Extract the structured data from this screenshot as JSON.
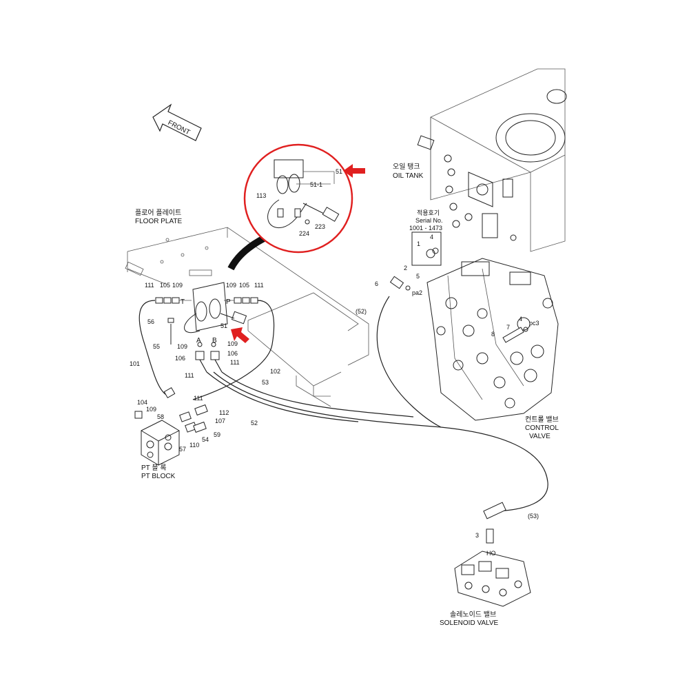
{
  "front_arrow": {
    "text": "FRONT"
  },
  "components": {
    "floor_plate": {
      "ko": "플로어 플레이트",
      "en": "FLOOR PLATE"
    },
    "oil_tank": {
      "ko": "오일 탱크",
      "en": "OIL TANK"
    },
    "serial": {
      "ko": "적용호기",
      "label": "Serial No.",
      "range": "1001 - 1473"
    },
    "control_valve": {
      "ko": "컨트롤 밸브",
      "en1": "CONTROL",
      "en2": "VALVE"
    },
    "pt_block": {
      "ko": "PT 블 록",
      "en": "PT BLOCK"
    },
    "solenoid_valve": {
      "ko": "솔레노이드 밸브",
      "en": "SOLENOID VALVE"
    }
  },
  "inset_labels": [
    "51",
    "51-1",
    "113",
    "224",
    "223"
  ],
  "port_labels": [
    "T",
    "P",
    "A",
    "B",
    "pa2",
    "pc3",
    "HO"
  ],
  "part_numbers": [
    "111",
    "105",
    "109",
    "109",
    "105",
    "111",
    "56",
    "51",
    "55",
    "109",
    "109",
    "106",
    "106",
    "111",
    "111",
    "101",
    "102",
    "53",
    "52",
    "(52)",
    "2",
    "5",
    "6",
    "7",
    "8",
    "4",
    "(53)",
    "3",
    "104",
    "109",
    "58",
    "111",
    "112",
    "107",
    "59",
    "57",
    "110",
    "54",
    "1",
    "4"
  ],
  "colors": {
    "highlight": "#e02020",
    "line": "#222222"
  }
}
